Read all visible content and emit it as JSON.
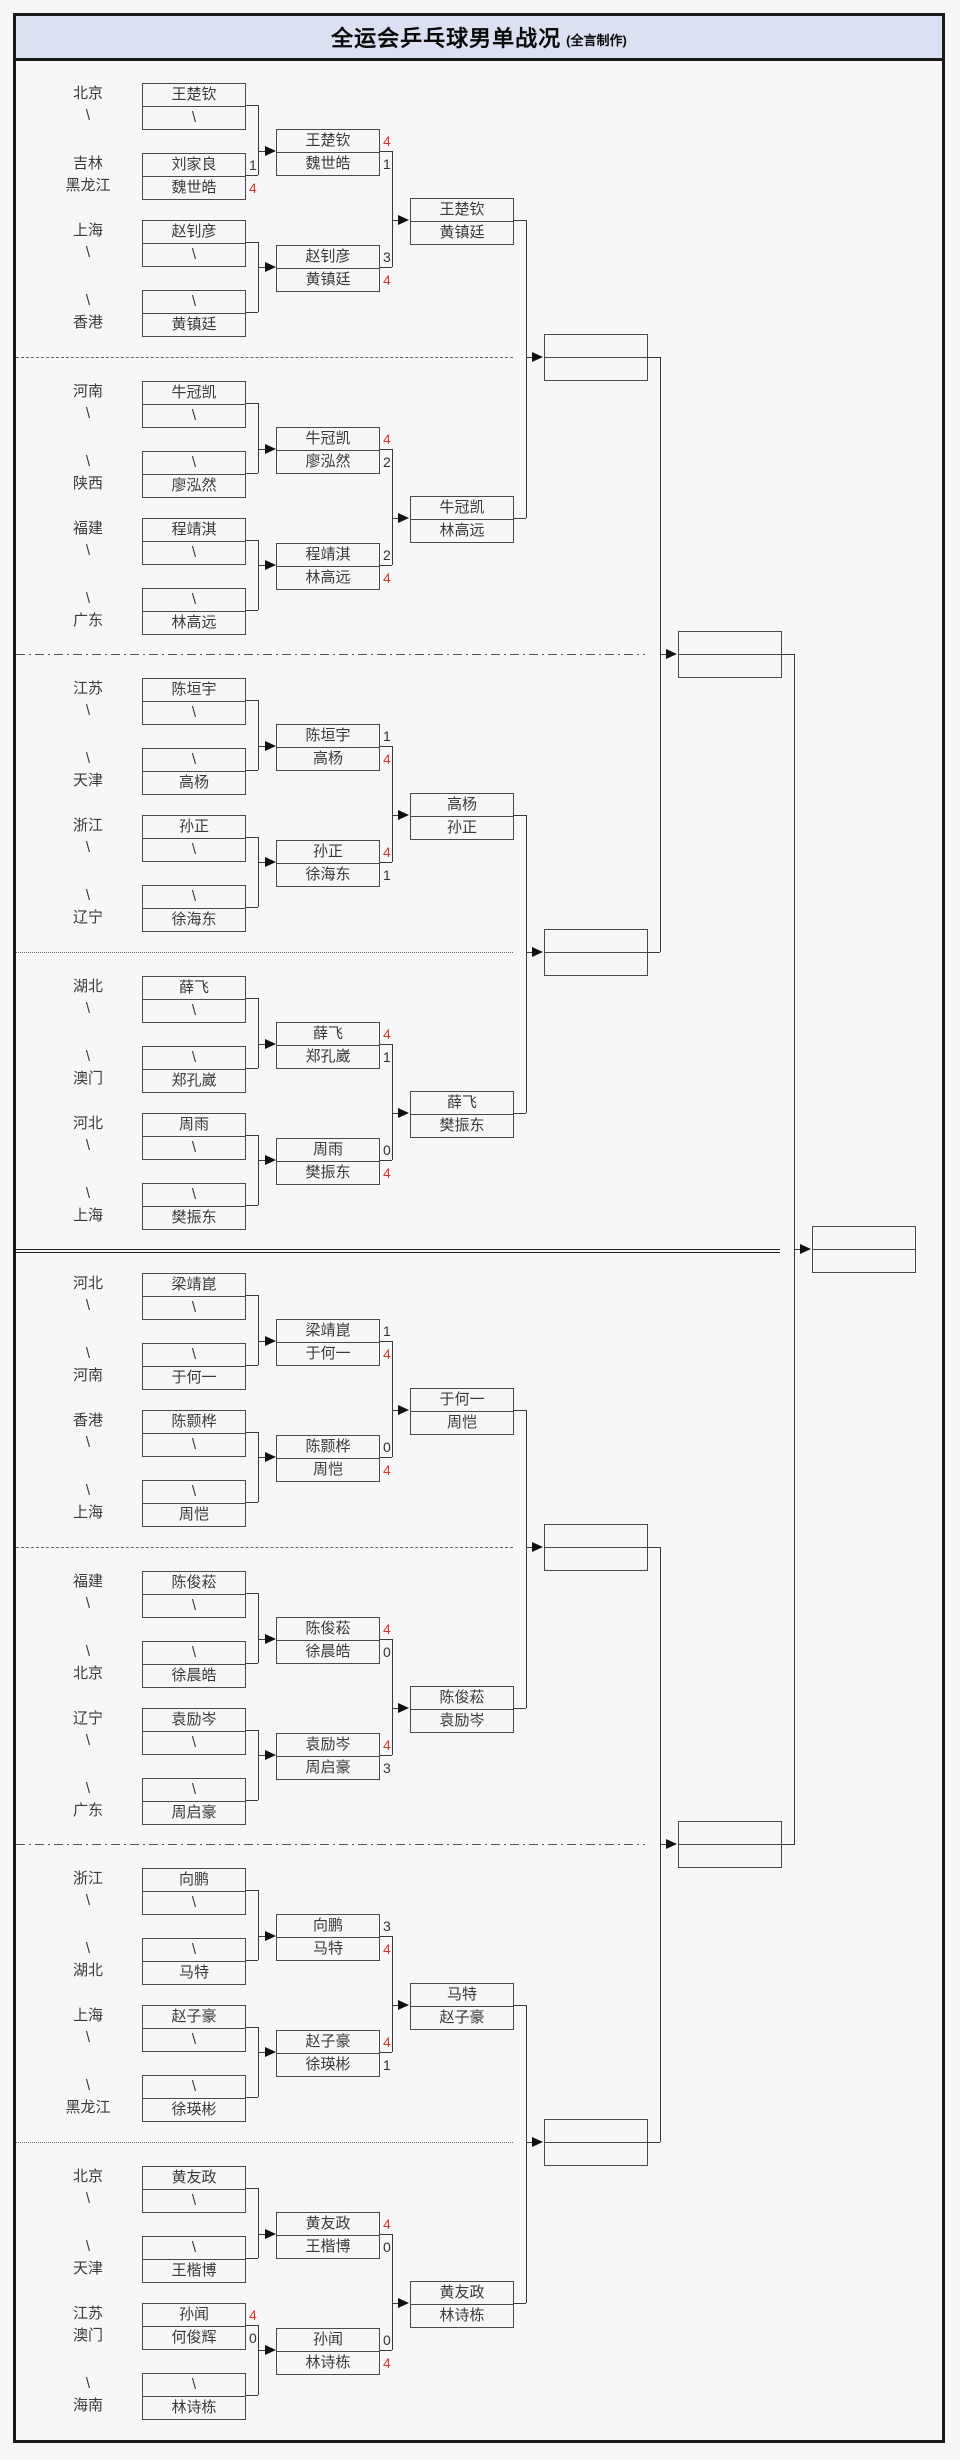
{
  "title": {
    "main": "全运会乒乓球男单战况",
    "credit": "(全言制作)"
  },
  "colors": {
    "win_score": "#d63a2f",
    "lose_score": "#333333",
    "title_bg": "#dbe0f3",
    "page_bg": "#f7f7f9",
    "border": "#1a1a1a",
    "line": "#3a3a3a"
  },
  "bye_symbol": "\\",
  "sections": [
    {
      "pairs": [
        {
          "labels": [
            "北京",
            "\\"
          ],
          "rows": [
            {
              "n": "王楚钦"
            },
            {
              "n": "\\"
            }
          ]
        },
        {
          "labels": [
            "吉林",
            "黑龙江"
          ],
          "rows": [
            {
              "n": "刘家良",
              "s": "1"
            },
            {
              "n": "魏世皓",
              "s": "4",
              "w": true
            }
          ]
        },
        {
          "labels": [
            "上海",
            "\\"
          ],
          "rows": [
            {
              "n": "赵钊彦"
            },
            {
              "n": "\\"
            }
          ]
        },
        {
          "labels": [
            "\\",
            "香港"
          ],
          "rows": [
            {
              "n": "\\"
            },
            {
              "n": "黄镇廷"
            }
          ]
        }
      ],
      "round2": [
        {
          "rows": [
            {
              "n": "王楚钦",
              "s": "4",
              "w": true
            },
            {
              "n": "魏世皓",
              "s": "1"
            }
          ]
        },
        {
          "rows": [
            {
              "n": "赵钊彦",
              "s": "3"
            },
            {
              "n": "黄镇廷",
              "s": "4",
              "w": true
            }
          ]
        }
      ],
      "round3": {
        "rows": [
          {
            "n": "王楚钦"
          },
          {
            "n": "黄镇廷"
          }
        ]
      }
    },
    {
      "pairs": [
        {
          "labels": [
            "河南",
            "\\"
          ],
          "rows": [
            {
              "n": "牛冠凯"
            },
            {
              "n": "\\"
            }
          ]
        },
        {
          "labels": [
            "\\",
            "陕西"
          ],
          "rows": [
            {
              "n": "\\"
            },
            {
              "n": "廖泓然"
            }
          ]
        },
        {
          "labels": [
            "福建",
            "\\"
          ],
          "rows": [
            {
              "n": "程靖淇"
            },
            {
              "n": "\\"
            }
          ]
        },
        {
          "labels": [
            "\\",
            "广东"
          ],
          "rows": [
            {
              "n": "\\"
            },
            {
              "n": "林高远"
            }
          ]
        }
      ],
      "round2": [
        {
          "rows": [
            {
              "n": "牛冠凯",
              "s": "4",
              "w": true
            },
            {
              "n": "廖泓然",
              "s": "2"
            }
          ]
        },
        {
          "rows": [
            {
              "n": "程靖淇",
              "s": "2"
            },
            {
              "n": "林高远",
              "s": "4",
              "w": true
            }
          ]
        }
      ],
      "round3": {
        "rows": [
          {
            "n": "牛冠凯"
          },
          {
            "n": "林高远"
          }
        ]
      }
    },
    {
      "pairs": [
        {
          "labels": [
            "江苏",
            "\\"
          ],
          "rows": [
            {
              "n": "陈垣宇"
            },
            {
              "n": "\\"
            }
          ]
        },
        {
          "labels": [
            "\\",
            "天津"
          ],
          "rows": [
            {
              "n": "\\"
            },
            {
              "n": "高杨"
            }
          ]
        },
        {
          "labels": [
            "浙江",
            "\\"
          ],
          "rows": [
            {
              "n": "孙正"
            },
            {
              "n": "\\"
            }
          ]
        },
        {
          "labels": [
            "\\",
            "辽宁"
          ],
          "rows": [
            {
              "n": "\\"
            },
            {
              "n": "徐海东"
            }
          ]
        }
      ],
      "round2": [
        {
          "rows": [
            {
              "n": "陈垣宇",
              "s": "1"
            },
            {
              "n": "高杨",
              "s": "4",
              "w": true
            }
          ]
        },
        {
          "rows": [
            {
              "n": "孙正",
              "s": "4",
              "w": true
            },
            {
              "n": "徐海东",
              "s": "1"
            }
          ]
        }
      ],
      "round3": {
        "rows": [
          {
            "n": "高杨"
          },
          {
            "n": "孙正"
          }
        ]
      }
    },
    {
      "pairs": [
        {
          "labels": [
            "湖北",
            "\\"
          ],
          "rows": [
            {
              "n": "薛飞"
            },
            {
              "n": "\\"
            }
          ]
        },
        {
          "labels": [
            "\\",
            "澳门"
          ],
          "rows": [
            {
              "n": "\\"
            },
            {
              "n": "郑孔崴"
            }
          ]
        },
        {
          "labels": [
            "河北",
            "\\"
          ],
          "rows": [
            {
              "n": "周雨"
            },
            {
              "n": "\\"
            }
          ]
        },
        {
          "labels": [
            "\\",
            "上海"
          ],
          "rows": [
            {
              "n": "\\"
            },
            {
              "n": "樊振东"
            }
          ]
        }
      ],
      "round2": [
        {
          "rows": [
            {
              "n": "薛飞",
              "s": "4",
              "w": true
            },
            {
              "n": "郑孔崴",
              "s": "1"
            }
          ]
        },
        {
          "rows": [
            {
              "n": "周雨",
              "s": "0"
            },
            {
              "n": "樊振东",
              "s": "4",
              "w": true
            }
          ]
        }
      ],
      "round3": {
        "rows": [
          {
            "n": "薛飞"
          },
          {
            "n": "樊振东"
          }
        ]
      }
    },
    {
      "pairs": [
        {
          "labels": [
            "河北",
            "\\"
          ],
          "rows": [
            {
              "n": "梁靖崑"
            },
            {
              "n": "\\"
            }
          ]
        },
        {
          "labels": [
            "\\",
            "河南"
          ],
          "rows": [
            {
              "n": "\\"
            },
            {
              "n": "于何一"
            }
          ]
        },
        {
          "labels": [
            "香港",
            "\\"
          ],
          "rows": [
            {
              "n": "陈颢桦"
            },
            {
              "n": "\\"
            }
          ]
        },
        {
          "labels": [
            "\\",
            "上海"
          ],
          "rows": [
            {
              "n": "\\"
            },
            {
              "n": "周恺"
            }
          ]
        }
      ],
      "round2": [
        {
          "rows": [
            {
              "n": "梁靖崑",
              "s": "1"
            },
            {
              "n": "于何一",
              "s": "4",
              "w": true
            }
          ]
        },
        {
          "rows": [
            {
              "n": "陈颢桦",
              "s": "0"
            },
            {
              "n": "周恺",
              "s": "4",
              "w": true
            }
          ]
        }
      ],
      "round3": {
        "rows": [
          {
            "n": "于何一"
          },
          {
            "n": "周恺"
          }
        ]
      }
    },
    {
      "pairs": [
        {
          "labels": [
            "福建",
            "\\"
          ],
          "rows": [
            {
              "n": "陈俊菘"
            },
            {
              "n": "\\"
            }
          ]
        },
        {
          "labels": [
            "\\",
            "北京"
          ],
          "rows": [
            {
              "n": "\\"
            },
            {
              "n": "徐晨皓"
            }
          ]
        },
        {
          "labels": [
            "辽宁",
            "\\"
          ],
          "rows": [
            {
              "n": "袁励岑"
            },
            {
              "n": "\\"
            }
          ]
        },
        {
          "labels": [
            "\\",
            "广东"
          ],
          "rows": [
            {
              "n": "\\"
            },
            {
              "n": "周启豪"
            }
          ]
        }
      ],
      "round2": [
        {
          "rows": [
            {
              "n": "陈俊菘",
              "s": "4",
              "w": true
            },
            {
              "n": "徐晨皓",
              "s": "0"
            }
          ]
        },
        {
          "rows": [
            {
              "n": "袁励岑",
              "s": "4",
              "w": true
            },
            {
              "n": "周启豪",
              "s": "3"
            }
          ]
        }
      ],
      "round3": {
        "rows": [
          {
            "n": "陈俊菘"
          },
          {
            "n": "袁励岑"
          }
        ]
      }
    },
    {
      "pairs": [
        {
          "labels": [
            "浙江",
            "\\"
          ],
          "rows": [
            {
              "n": "向鹏"
            },
            {
              "n": "\\"
            }
          ]
        },
        {
          "labels": [
            "\\",
            "湖北"
          ],
          "rows": [
            {
              "n": "\\"
            },
            {
              "n": "马特"
            }
          ]
        },
        {
          "labels": [
            "上海",
            "\\"
          ],
          "rows": [
            {
              "n": "赵子豪"
            },
            {
              "n": "\\"
            }
          ]
        },
        {
          "labels": [
            "\\",
            "黑龙江"
          ],
          "rows": [
            {
              "n": "\\"
            },
            {
              "n": "徐瑛彬"
            }
          ]
        }
      ],
      "round2": [
        {
          "rows": [
            {
              "n": "向鹏",
              "s": "3"
            },
            {
              "n": "马特",
              "s": "4",
              "w": true
            }
          ]
        },
        {
          "rows": [
            {
              "n": "赵子豪",
              "s": "4",
              "w": true
            },
            {
              "n": "徐瑛彬",
              "s": "1"
            }
          ]
        }
      ],
      "round3": {
        "rows": [
          {
            "n": "马特"
          },
          {
            "n": "赵子豪"
          }
        ]
      }
    },
    {
      "pairs": [
        {
          "labels": [
            "北京",
            "\\"
          ],
          "rows": [
            {
              "n": "黄友政"
            },
            {
              "n": "\\"
            }
          ]
        },
        {
          "labels": [
            "\\",
            "天津"
          ],
          "rows": [
            {
              "n": "\\"
            },
            {
              "n": "王楷博"
            }
          ]
        },
        {
          "labels": [
            "江苏",
            "澳门"
          ],
          "rows": [
            {
              "n": "孙闻",
              "s": "4",
              "w": true
            },
            {
              "n": "何俊辉",
              "s": "0"
            }
          ]
        },
        {
          "labels": [
            "\\",
            "海南"
          ],
          "rows": [
            {
              "n": "\\"
            },
            {
              "n": "林诗栋"
            }
          ]
        }
      ],
      "round2": [
        {
          "rows": [
            {
              "n": "黄友政",
              "s": "4",
              "w": true
            },
            {
              "n": "王楷博",
              "s": "0"
            }
          ]
        },
        {
          "rows": [
            {
              "n": "孙闻",
              "s": "0"
            },
            {
              "n": "林诗栋",
              "s": "4",
              "w": true
            }
          ]
        }
      ],
      "round3": {
        "rows": [
          {
            "n": "黄友政"
          },
          {
            "n": "林诗栋"
          }
        ]
      }
    }
  ],
  "quarterfinals": [
    {
      "rows": [
        "",
        ""
      ]
    },
    {
      "rows": [
        "",
        ""
      ]
    },
    {
      "rows": [
        "",
        ""
      ]
    },
    {
      "rows": [
        "",
        ""
      ]
    }
  ],
  "semifinals": [
    {
      "rows": [
        "",
        ""
      ]
    },
    {
      "rows": [
        "",
        ""
      ]
    }
  ],
  "final": {
    "rows": [
      "",
      ""
    ]
  }
}
